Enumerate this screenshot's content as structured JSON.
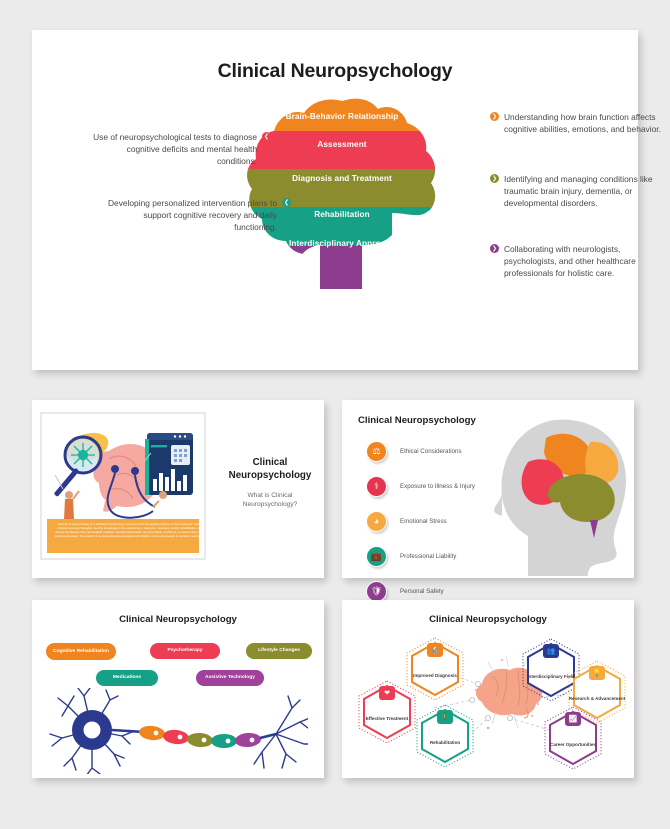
{
  "page": {
    "background": "#ebebeb",
    "slide_count": 5
  },
  "slide1": {
    "title": "Clinical Neuropsychology",
    "brain_bands": [
      {
        "label": "Brain-Behavior Relationship",
        "color": "#f0851f"
      },
      {
        "label": "Assessment",
        "color": "#ee3d53"
      },
      {
        "label": "Diagnosis and Treatment",
        "color": "#8b8c2d"
      },
      {
        "label": "Rehabilitation",
        "color": "#16a085"
      },
      {
        "label": "Interdisciplinary Approach",
        "color": "#8e3c8e"
      }
    ],
    "callouts_left": [
      {
        "text": "Use of neuropsychological tests to diagnose cognitive deficits and mental health conditions.",
        "color": "#ee3d53",
        "icon": "arrow-left-circle-icon"
      },
      {
        "text": "Developing personalized intervention plans to support cognitive recovery and daily functioning.",
        "color": "#16a085",
        "icon": "arrow-left-circle-icon"
      }
    ],
    "callouts_right": [
      {
        "text": "Understanding how brain function affects cognitive abilities, emotions, and behavior.",
        "color": "#f0851f",
        "icon": "arrow-right-circle-icon"
      },
      {
        "text": "Identifying and managing conditions like traumatic brain injury, dementia, or developmental disorders.",
        "color": "#8b8c2d",
        "icon": "arrow-right-circle-icon"
      },
      {
        "text": "Collaborating with neurologists, psychologists, and other healthcare professionals for holistic care.",
        "color": "#8e3c8e",
        "icon": "arrow-right-circle-icon"
      }
    ]
  },
  "slide2": {
    "ribbon_text": "Clinical neuropsychology is a subfield of psychology concerned with the applied science of brain-behavior relationships. Clinical neuropsychologists use this knowledge in the assessment, diagnosis, treatment, and/or rehabilitation of patients across the lifespan with neurological, medical, neurodevelopmental, and psychiatric conditions, as well as other cognitive & learning disorders. The branch of neuropsychology associated with children and young people in pediatric neuropsychology.",
    "title": "Clinical Neuropsychology",
    "subtitle": "What is Clinical Neuropsychology?",
    "ribbon_color": "#f5a93f"
  },
  "slide3": {
    "title": "Clinical Neuropsychology",
    "items": [
      {
        "label": "Ethical Considerations",
        "color": "#f0851f",
        "icon": "balance-scale-icon"
      },
      {
        "label": "Exposure to Illness & Injury",
        "color": "#e5344c",
        "icon": "hospital-bed-icon"
      },
      {
        "label": "Emotional Stress",
        "color": "#f5a93f",
        "icon": "head-stress-icon"
      },
      {
        "label": "Professional Liability",
        "color": "#16a085",
        "icon": "briefcase-shield-icon"
      },
      {
        "label": "Personal Safety",
        "color": "#8e3c8e",
        "icon": "shield-person-icon"
      }
    ]
  },
  "slide4": {
    "title": "Clinical Neuropsychology",
    "pills": [
      {
        "label": "Cognitive Rehabilitation",
        "color": "#f0851f"
      },
      {
        "label": "Psychotherapy",
        "color": "#ee3d53"
      },
      {
        "label": "Lifestyle Changes",
        "color": "#8b8c2d"
      },
      {
        "label": "Medications",
        "color": "#16a085"
      },
      {
        "label": "Assistive Technology",
        "color": "#a0419b"
      }
    ]
  },
  "slide5": {
    "title": "Clinical Neuropsychology",
    "nodes": [
      {
        "label": "Improved Diagnosis",
        "color": "#f0851f",
        "icon": "microscope-icon"
      },
      {
        "label": "Effective Treatment",
        "color": "#ee3d53",
        "icon": "heart-hands-icon"
      },
      {
        "label": "Rehabilitation",
        "color": "#16a085",
        "icon": "person-walk-icon"
      },
      {
        "label": "Interdisciplinary Field",
        "color": "#2b3a8f",
        "icon": "people-icon"
      },
      {
        "label": "Research & Advancement",
        "color": "#f5a93f",
        "icon": "lightbulb-icon"
      },
      {
        "label": "Career Opportunities",
        "color": "#8e3c8e",
        "icon": "growth-chart-icon"
      }
    ]
  }
}
